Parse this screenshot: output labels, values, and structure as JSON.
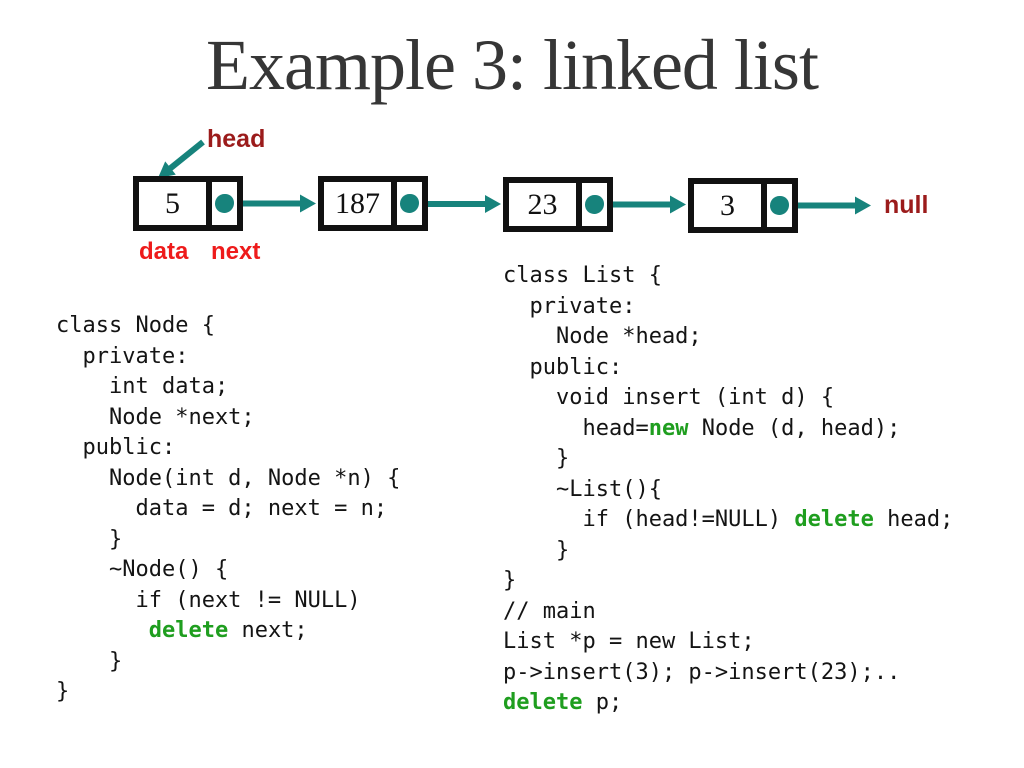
{
  "slide": {
    "title": "Example 3: linked list"
  },
  "colors": {
    "teal": "#17837c",
    "dark_red": "#9b1b1b",
    "bright_red": "#ee1b1b",
    "keyword_green": "#1f9e1f",
    "title_gray": "#363636",
    "code_black": "#141414"
  },
  "diagram": {
    "head_label": "head",
    "data_label": "data",
    "next_label": "next",
    "null_label": "null",
    "nodes": [
      {
        "value": "5"
      },
      {
        "value": "187"
      },
      {
        "value": "23"
      },
      {
        "value": "3"
      }
    ]
  },
  "code_left": {
    "lines": [
      "class Node {",
      "  private:",
      "    int data;",
      "    Node *next;",
      "  public:",
      "    Node(int d, Node *n) {",
      "      data = d; next = n;",
      "    }",
      "    ~Node() {",
      "      if (next != NULL)",
      [
        "       ",
        {
          "kw": "delete"
        },
        " next;"
      ],
      "    }",
      "}"
    ]
  },
  "code_right": {
    "lines": [
      "class List {",
      "  private:",
      "    Node *head;",
      "  public:",
      "    void insert (int d) {",
      [
        "      head=",
        {
          "kw": "new"
        },
        " Node (d, head);"
      ],
      "    }",
      "    ~List(){",
      [
        "      if (head!=NULL) ",
        {
          "kw": "delete"
        },
        " head;"
      ],
      "    }",
      "}",
      "// main",
      "List *p = new List;",
      "p->insert(3); p->insert(23);..",
      [
        {
          "kw": "delete"
        },
        " p;"
      ]
    ]
  }
}
